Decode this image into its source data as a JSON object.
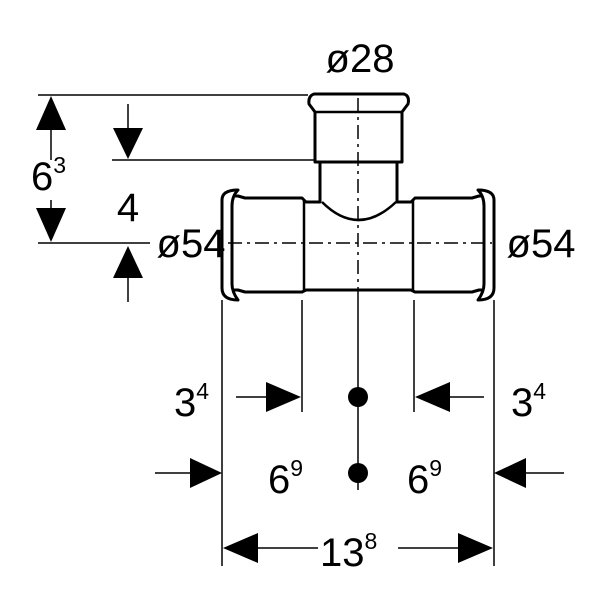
{
  "labels": {
    "branch_diameter": "ø28",
    "left_run_diameter": "ø54",
    "right_run_diameter": "ø54",
    "height_total": {
      "base": "6",
      "sup": "3"
    },
    "height_inner": "4",
    "socket_left": {
      "base": "3",
      "sup": "4"
    },
    "socket_right": {
      "base": "3",
      "sup": "4"
    },
    "half_left": {
      "base": "6",
      "sup": "9"
    },
    "half_right": {
      "base": "6",
      "sup": "9"
    },
    "total_length": {
      "base": "13",
      "sup": "8"
    }
  }
}
